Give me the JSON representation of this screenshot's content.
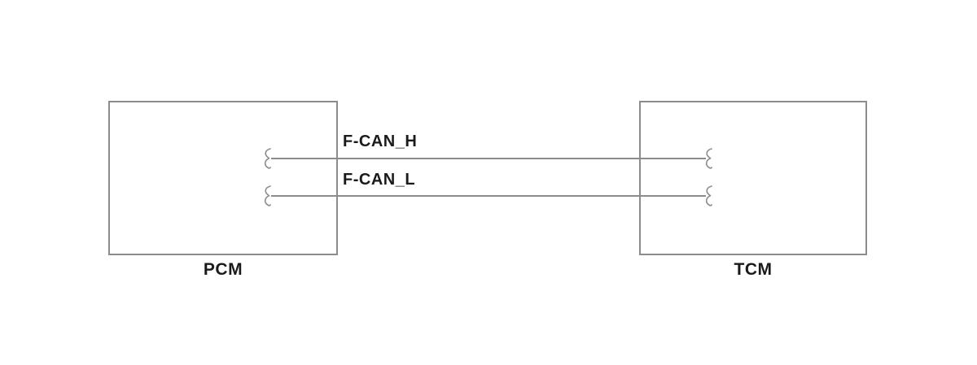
{
  "diagram": {
    "type": "wiring-diagram",
    "components": [
      {
        "id": "pcm",
        "label": "PCM"
      },
      {
        "id": "tcm",
        "label": "TCM"
      }
    ],
    "wires": [
      {
        "label": "F-CAN_H",
        "from": "PCM",
        "to": "TCM"
      },
      {
        "label": "F-CAN_L",
        "from": "PCM",
        "to": "TCM"
      }
    ]
  },
  "colors": {
    "background": "#ffffff",
    "line": "#8c8c8c",
    "text": "#1a1a1a"
  }
}
